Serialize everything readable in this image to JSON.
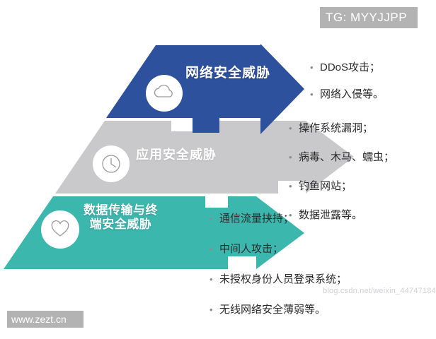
{
  "watermarks": {
    "top_right": "TG: MYYJJPP",
    "bottom_left": "www.zezt.cn",
    "faint": "blog.csdn.net/weixin_44747184"
  },
  "arrows": [
    {
      "id": "network",
      "label": "网络安全威胁",
      "icon": "cloud-icon",
      "color": "#2e519e"
    },
    {
      "id": "application",
      "label": "应用安全威胁",
      "icon": "clock-icon",
      "color": "#c9c9cb"
    },
    {
      "id": "data",
      "label_line1": "数据传输与终",
      "label_line2": "端安全威胁",
      "icon": "heart-icon",
      "color": "#3cb7ae"
    }
  ],
  "bullet_groups": {
    "network": {
      "items": [
        "DDoS攻击；",
        "网络入侵等。"
      ]
    },
    "application": {
      "items": [
        "操作系统漏洞；",
        "病毒、木马、蠕虫；",
        "钓鱼网站；",
        "数据泄露等。"
      ]
    },
    "data": {
      "items": [
        "通信流量挟持；",
        "中间人攻击；",
        "未授权身份人员登录系统；",
        "无线网络安全薄弱等。"
      ]
    }
  },
  "bullet_marker": "•"
}
